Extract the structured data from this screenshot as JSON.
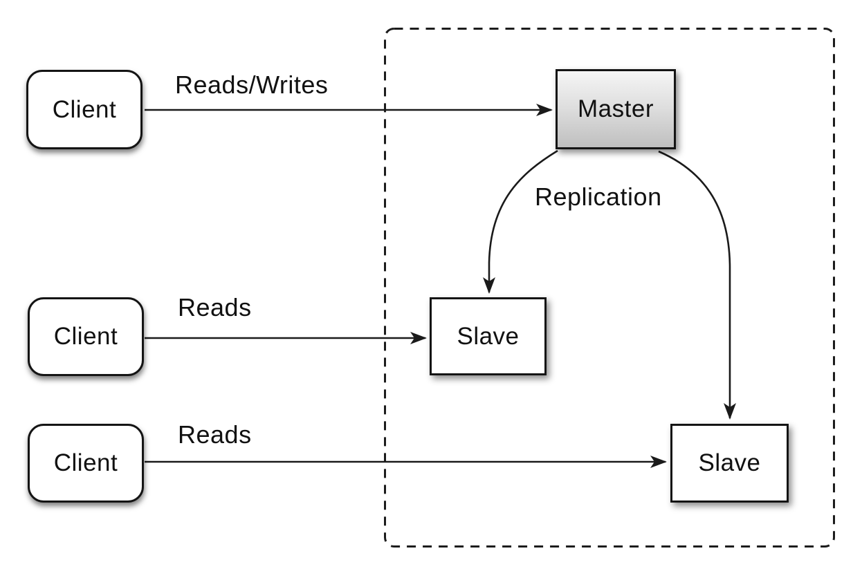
{
  "nodes": {
    "client_top": {
      "label": "Client"
    },
    "client_middle": {
      "label": "Client"
    },
    "client_bottom": {
      "label": "Client"
    },
    "master": {
      "label": "Master"
    },
    "slave_middle": {
      "label": "Slave"
    },
    "slave_bottom": {
      "label": "Slave"
    }
  },
  "edges": {
    "client_to_master": {
      "label": "Reads/Writes"
    },
    "client_to_slave_middle": {
      "label": "Reads"
    },
    "client_to_slave_bottom": {
      "label": "Reads"
    },
    "master_to_slaves": {
      "label": "Replication"
    }
  },
  "colors": {
    "background": "#ffffff",
    "line": "#1a1a1a",
    "node_border": "#141414",
    "node_fill": "#ffffff",
    "master_fill_top": "#f5f5f5",
    "master_fill_bottom": "#bfbfbf",
    "cluster_dash": "#1c1c1c"
  }
}
